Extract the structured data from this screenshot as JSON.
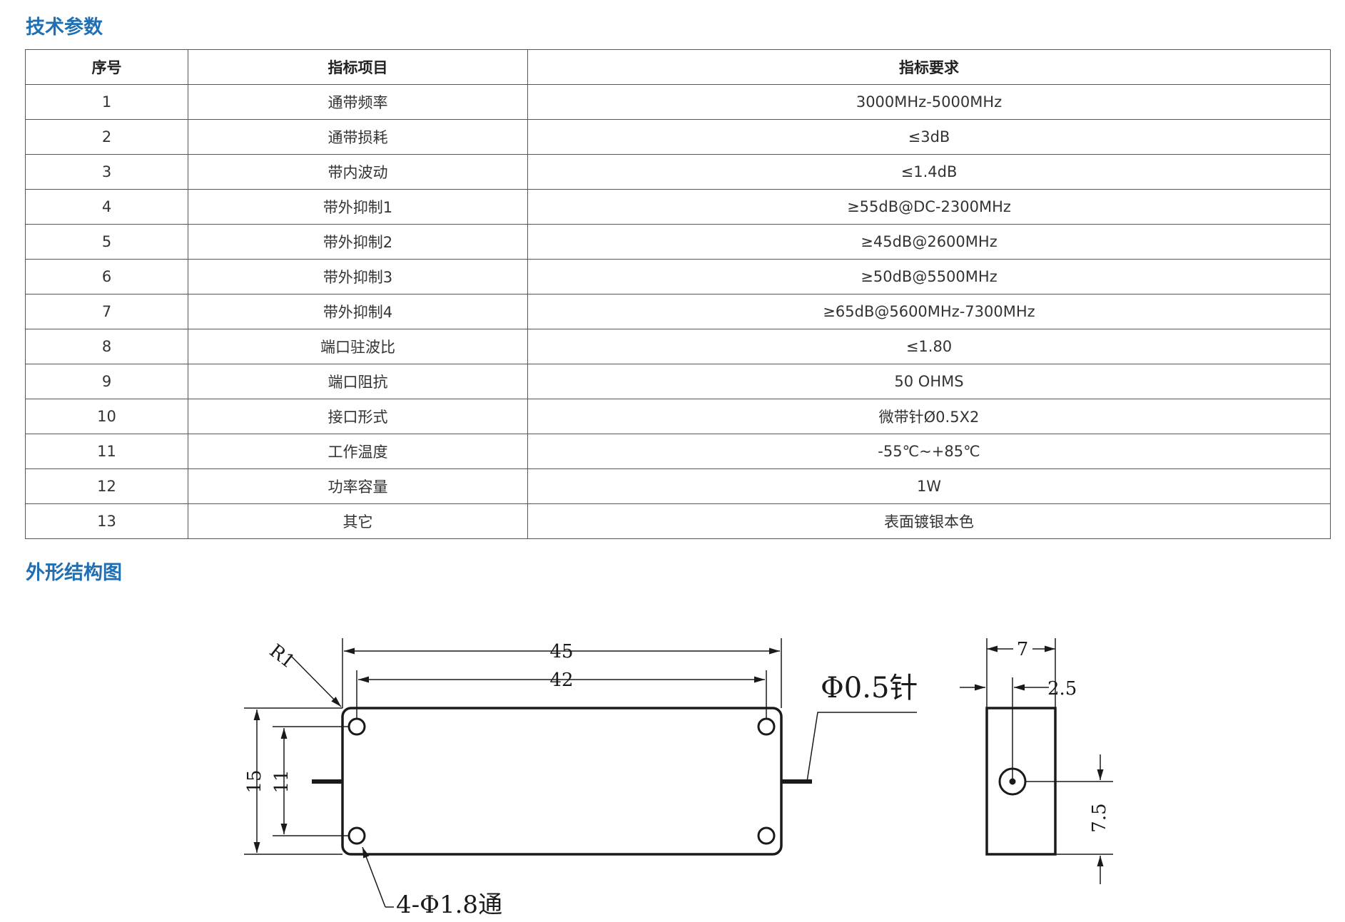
{
  "sections": {
    "specs_title": "技术参数",
    "drawing_title": "外形结构图"
  },
  "table": {
    "headers": [
      "序号",
      "指标项目",
      "指标要求"
    ],
    "rows": [
      [
        "1",
        "通带频率",
        "3000MHz-5000MHz"
      ],
      [
        "2",
        "通带损耗",
        "≤3dB"
      ],
      [
        "3",
        "带内波动",
        "≤1.4dB"
      ],
      [
        "4",
        "带外抑制1",
        "≥55dB@DC-2300MHz"
      ],
      [
        "5",
        "带外抑制2",
        "≥45dB@2600MHz"
      ],
      [
        "6",
        "带外抑制3",
        "≥50dB@5500MHz"
      ],
      [
        "7",
        "带外抑制4",
        "≥65dB@5600MHz-7300MHz"
      ],
      [
        "8",
        "端口驻波比",
        "≤1.80"
      ],
      [
        "9",
        "端口阻抗",
        "50 OHMS"
      ],
      [
        "10",
        "接口形式",
        "微带针Ø0.5X2"
      ],
      [
        "11",
        "工作温度",
        "-55℃~+85℃"
      ],
      [
        "12",
        "功率容量",
        "1W"
      ],
      [
        "13",
        "其它",
        "表面镀银本色"
      ]
    ]
  },
  "drawing": {
    "labels": {
      "corner_radius": "R1",
      "overall_length": "45",
      "hole_spacing_length": "42",
      "pin_note": "Φ0.5针",
      "overall_height": "15",
      "hole_spacing_height": "11",
      "holes_note": "4-Φ1.8通",
      "side_width": "7",
      "pin_offset": "2.5",
      "pin_height": "7.5"
    }
  }
}
